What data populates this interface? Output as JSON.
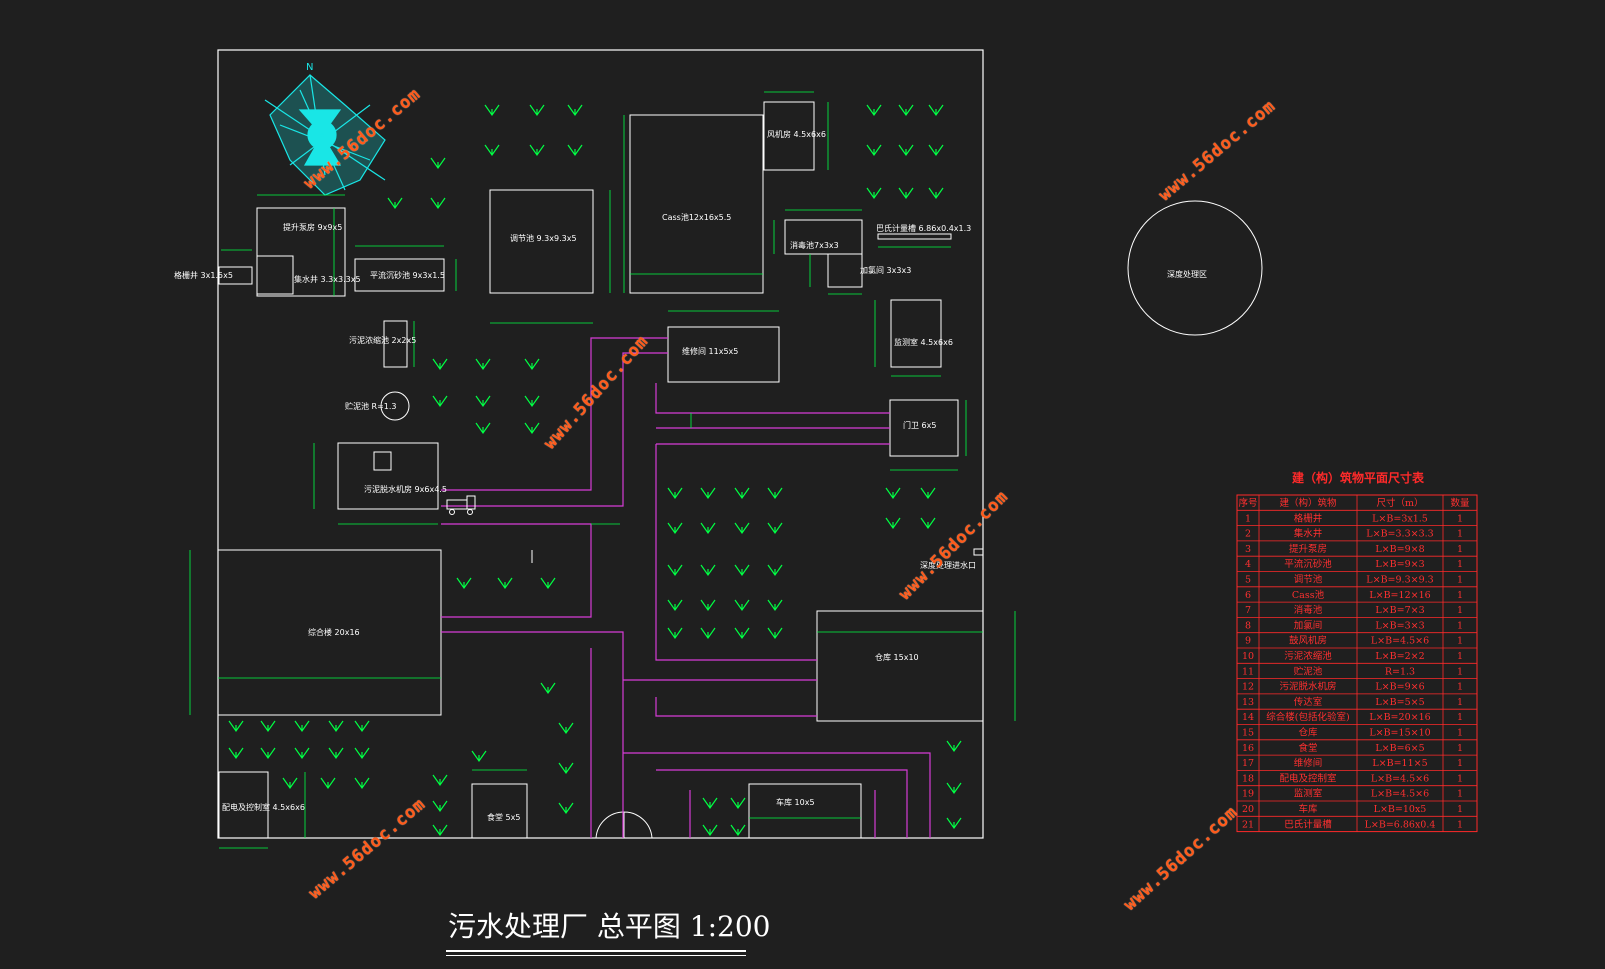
{
  "drawing": {
    "title": "污水处理厂 总平图 1:200",
    "north_label": "N",
    "watermark": "www.56doc.com"
  },
  "colors": {
    "background": "#1f1f1f",
    "outline": "#ffffff",
    "dimension": "#00ff44",
    "pipe": "#d63cd6",
    "compass": "#19e6e6",
    "table": "#ff2a2a",
    "watermark": "#ff5a1a"
  },
  "structures": [
    {
      "id": "grit",
      "label": "提升泵房 9x9x5"
    },
    {
      "id": "collect",
      "label": "集水井 3.3x3.3x5"
    },
    {
      "id": "screen",
      "label": "格栅井 3x1.5x5"
    },
    {
      "id": "sand",
      "label": "平流沉砂池 9x3x1.5"
    },
    {
      "id": "adjust",
      "label": "调节池 9.3x9.3x5"
    },
    {
      "id": "cass",
      "label": "Cass池12x16x5.5"
    },
    {
      "id": "blower",
      "label": "风机房 4.5x6x6"
    },
    {
      "id": "disinfect",
      "label": "消毒池7x3x3"
    },
    {
      "id": "meter",
      "label": "巴氏计量槽 6.86x0.4x1.3"
    },
    {
      "id": "dosing",
      "label": "加氯间 3x3x3"
    },
    {
      "id": "repair",
      "label": "维修间 11x5x5"
    },
    {
      "id": "sludge_thick",
      "label": "污泥浓缩池 2x2x5"
    },
    {
      "id": "ctrl",
      "label": "监测室 4.5x6x6"
    },
    {
      "id": "sludge_pool",
      "label": "贮泥池 R=1.3"
    },
    {
      "id": "guard",
      "label": "门卫 6x5"
    },
    {
      "id": "dewater",
      "label": "污泥脱水机房 9x6x4.5"
    },
    {
      "id": "office",
      "label": "综合楼 20x16"
    },
    {
      "id": "warehouse",
      "label": "仓库 15x10"
    },
    {
      "id": "lab",
      "label": "配电及控制室 4.5x6x6"
    },
    {
      "id": "canteen",
      "label": "食堂 5x5"
    },
    {
      "id": "garage",
      "label": "车库 10x5"
    },
    {
      "id": "sludge_yard",
      "label": "深度处理区"
    },
    {
      "id": "inlet",
      "label": "深度处理进水口"
    }
  ],
  "table": {
    "title": "建（构）筑物平面尺寸表",
    "headers": [
      "序号",
      "建（构）筑物",
      "尺寸（m）",
      "数量"
    ],
    "rows": [
      [
        "1",
        "格栅井",
        "L×B=3x1.5",
        "1"
      ],
      [
        "2",
        "集水井",
        "L×B=3.3×3.3",
        "1"
      ],
      [
        "3",
        "提升泵房",
        "L×B=9×8",
        "1"
      ],
      [
        "4",
        "平流沉砂池",
        "L×B=9×3",
        "1"
      ],
      [
        "5",
        "调节池",
        "L×B=9.3×9.3",
        "1"
      ],
      [
        "6",
        "Cass池",
        "L×B=12×16",
        "1"
      ],
      [
        "7",
        "消毒池",
        "L×B=7×3",
        "1"
      ],
      [
        "8",
        "加氯间",
        "L×B=3×3",
        "1"
      ],
      [
        "9",
        "鼓风机房",
        "L×B=4.5×6",
        "1"
      ],
      [
        "10",
        "污泥浓缩池",
        "L×B=2×2",
        "1"
      ],
      [
        "11",
        "贮泥池",
        "R=1.3",
        "1"
      ],
      [
        "12",
        "污泥脱水机房",
        "L×B=9×6",
        "1"
      ],
      [
        "13",
        "传达室",
        "L×B=5×5",
        "1"
      ],
      [
        "14",
        "综合楼(包括化验室)",
        "L×B=20×16",
        "1"
      ],
      [
        "15",
        "仓库",
        "L×B=15×10",
        "1"
      ],
      [
        "16",
        "食堂",
        "L×B=6×5",
        "1"
      ],
      [
        "17",
        "维修间",
        "L×B=11×5",
        "1"
      ],
      [
        "18",
        "配电及控制室",
        "L×B=4.5×6",
        "1"
      ],
      [
        "19",
        "监测室",
        "L×B=4.5×6",
        "1"
      ],
      [
        "20",
        "车库",
        "L×B=10x5",
        "1"
      ],
      [
        "21",
        "巴氏计量槽",
        "L×B=6.86x0.4",
        "1"
      ]
    ]
  }
}
